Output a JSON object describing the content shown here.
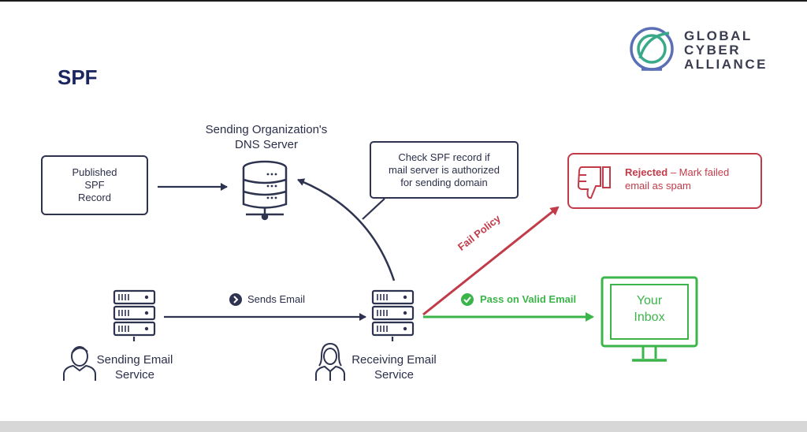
{
  "title": "SPF",
  "logo": {
    "line1": "GLOBAL",
    "line2": "CYBER",
    "line3": "ALLIANCE"
  },
  "published_record": {
    "line1": "Published",
    "line2": "SPF",
    "line3": "Record"
  },
  "dns_server": {
    "line1": "Sending Organization's",
    "line2": "DNS Server"
  },
  "check_box": {
    "line1": "Check SPF record if",
    "line2": "mail server is authorized",
    "line3": "for sending domain"
  },
  "rejected": {
    "strong": "Rejected",
    "rest1": " – Mark failed",
    "rest2": "email as spam"
  },
  "sends_email": "Sends Email",
  "fail_policy": "Fail Policy",
  "pass_label": "Pass on Valid Email",
  "inbox": {
    "line1": "Your",
    "line2": "Inbox"
  },
  "sender": {
    "line1": "Sending Email",
    "line2": "Service"
  },
  "receiver": {
    "line1": "Receiving Email",
    "line2": "Service"
  },
  "colors": {
    "navy": "#2e3350",
    "red": "#c23b49",
    "green": "#3bb54a",
    "title": "#1a2660"
  }
}
